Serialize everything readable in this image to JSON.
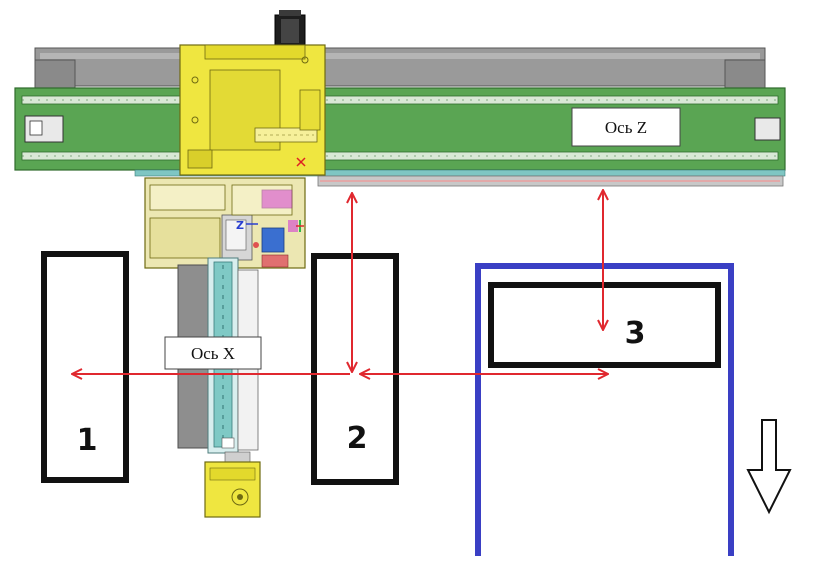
{
  "labels": {
    "axis_z": "Ось Z",
    "axis_x": "Ось X"
  },
  "positions": [
    "1",
    "2",
    "3"
  ],
  "colors": {
    "rail_green": "#5aa553",
    "rail_gray": "#8c8c8c",
    "carriage_yellow": "#efe640",
    "arrow_red": "#e0282f",
    "frame_blue": "#3a3fc4",
    "outline_black": "#111111",
    "cad_magenta": "#d23fd2"
  },
  "icons": [
    "arrow-down-outline-icon",
    "motor-icon"
  ]
}
